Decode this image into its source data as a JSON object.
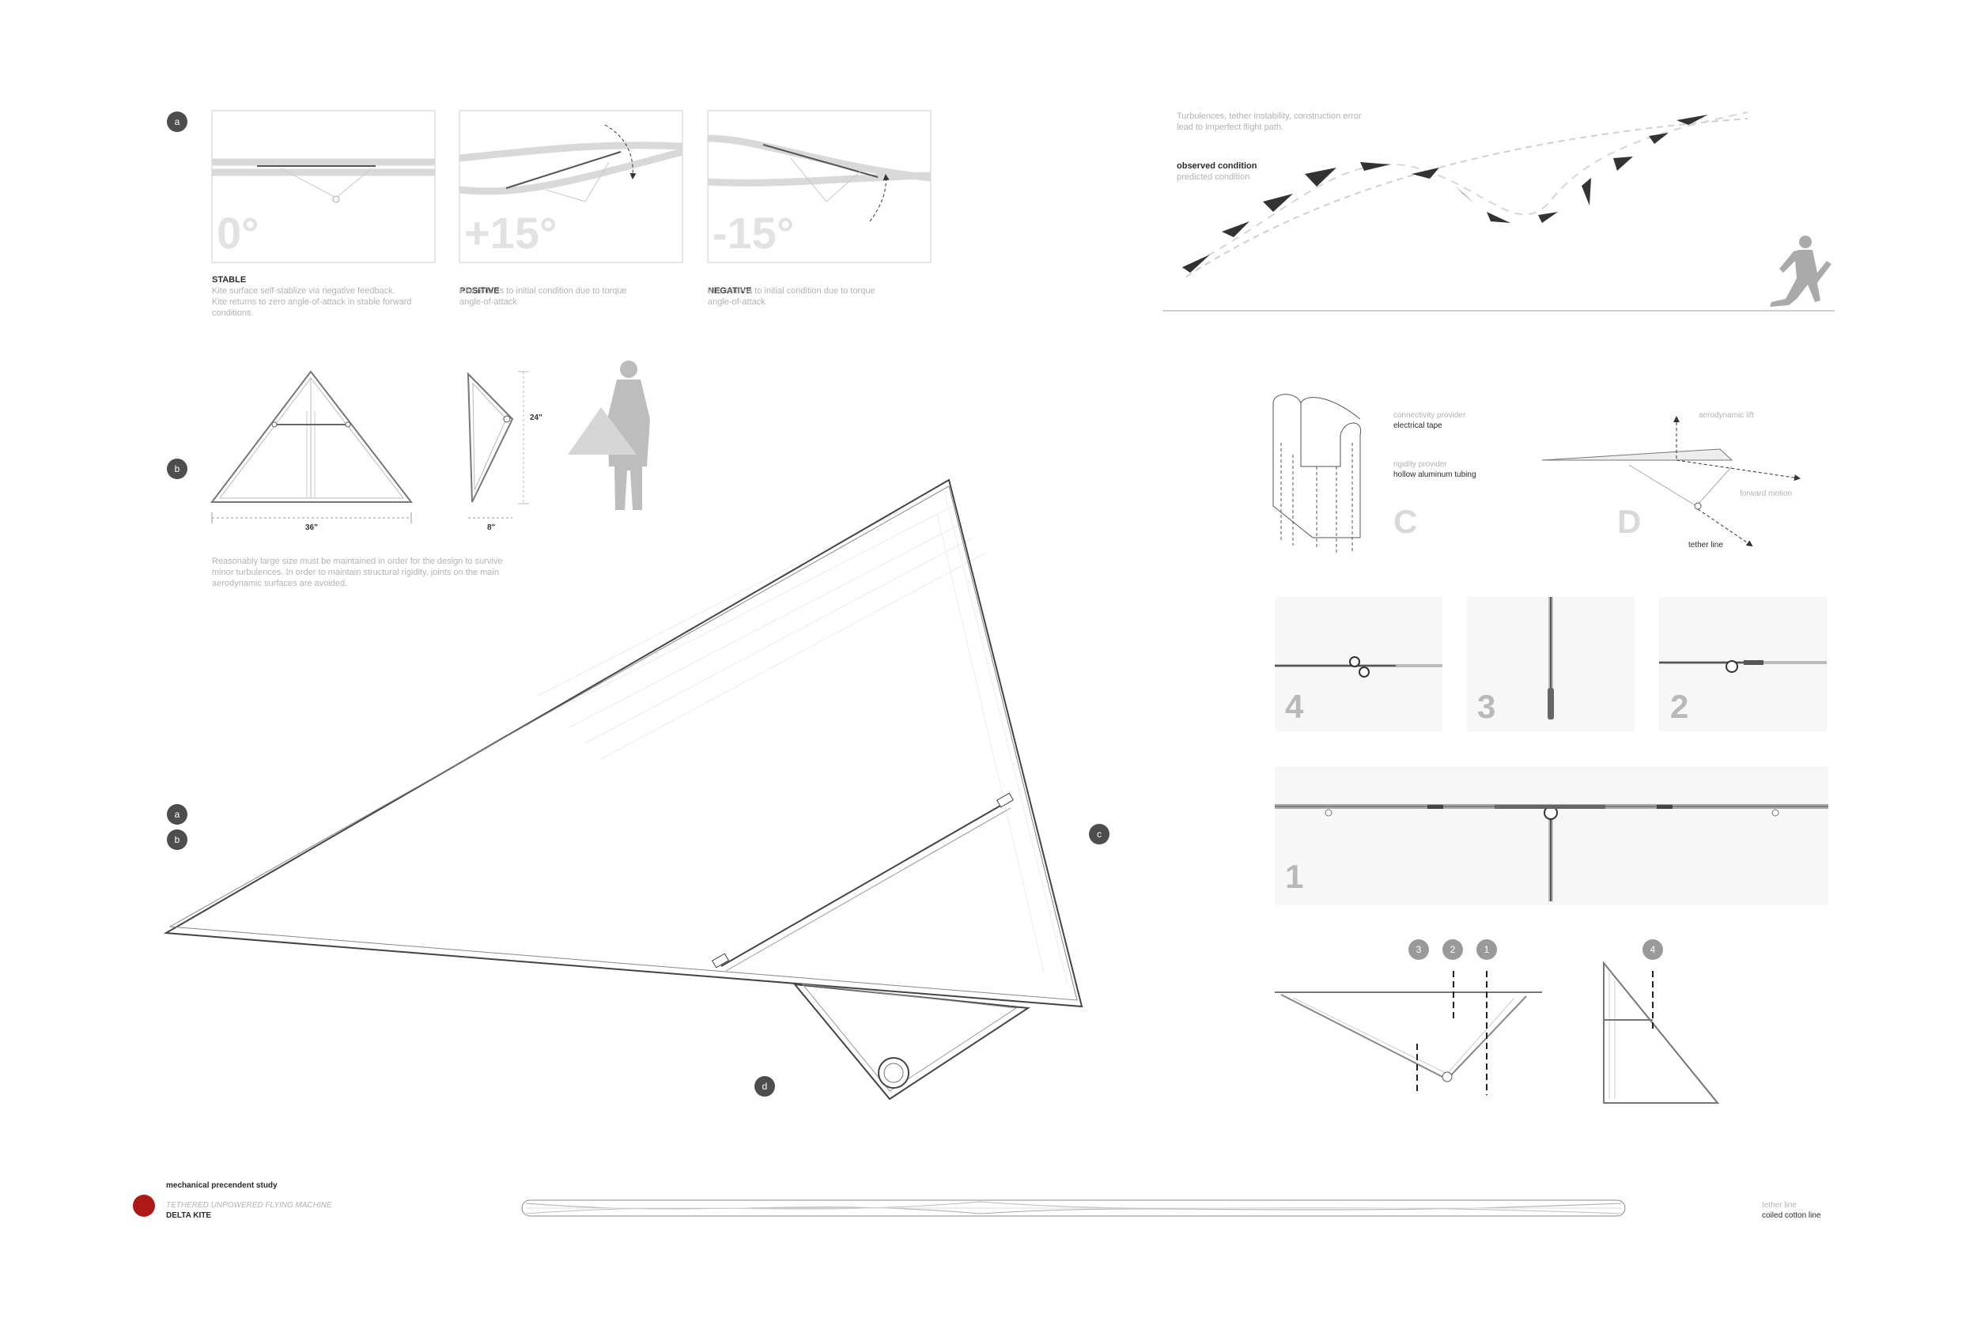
{
  "angle_study": {
    "badge": "a",
    "panels": [
      {
        "angle": "0°",
        "title": "STABLE",
        "title_suffix": "",
        "desc": "Kite surface self-stablize via negative feedback.\nKite returns to zero angle-of-attack in stable forward\nconditions."
      },
      {
        "angle": "+15°",
        "title": "POSITIVE",
        "title_suffix": "angle-of-attack",
        "desc": "Kite returns to initial condition due to torque"
      },
      {
        "angle": "-15°",
        "title": "NEGATIVE",
        "title_suffix": "angle-of-attack",
        "desc": "Kite returns to initial condition due to torque"
      }
    ]
  },
  "flight_path": {
    "intro": "Turbulences, tether instability, construction error\nlead to imperfect flight path.",
    "observed": "observed condition",
    "predicted": "predicted condition"
  },
  "size_study": {
    "badge": "b",
    "width_label": "36\"",
    "height_label": "24\"",
    "depth_label": "8\"",
    "note": "Reasonably large size must be maintained in order for the design to survive\nminor turbulences. In order to maintain structural rigidity, joints on the main\naerodynamic surfaces are avoided."
  },
  "materials": {
    "connectivity_role": "connectivity provider",
    "connectivity_material": "electrical tape",
    "rigidity_role": "rigidity provider",
    "rigidity_material": "hollow aluminum tubing",
    "letter": "C"
  },
  "forces": {
    "lift": "aerodynamic lift",
    "motion": "forward motion",
    "tether": "tether line",
    "letter": "D"
  },
  "main_badges": {
    "a": "a",
    "b": "b",
    "c": "c",
    "d": "d"
  },
  "joints": {
    "labels": [
      "4",
      "3",
      "2",
      "1"
    ],
    "markers": [
      "3",
      "2",
      "1",
      "4"
    ]
  },
  "footer": {
    "study": "mechanical precendent study",
    "subtitle": "TETHERED UNPOWERED FLYING MACHINE",
    "name": "DELTA KITE",
    "tether_role": "tether line",
    "tether_material": "coiled cotton line",
    "accent": "#b01815"
  }
}
